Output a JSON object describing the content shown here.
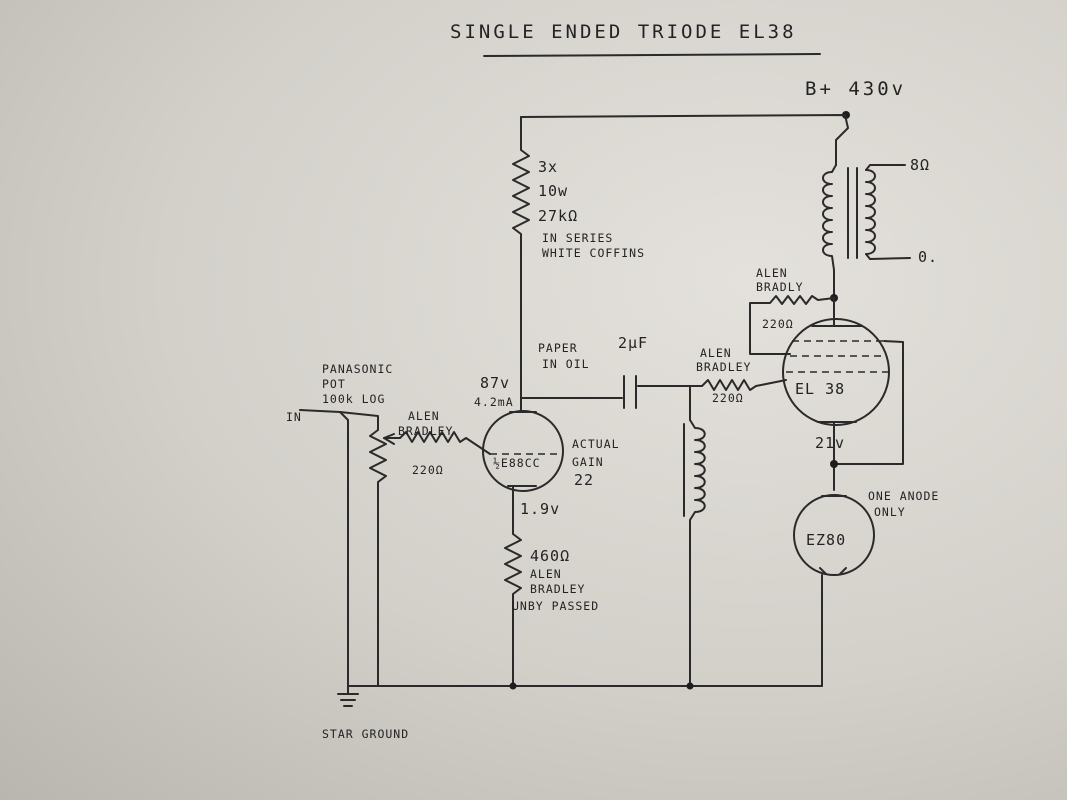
{
  "title": "SINGLE ENDED TRIODE EL38",
  "supply": {
    "label": "B+ 430v"
  },
  "output": {
    "tap_high": "8Ω",
    "tap_low": "0."
  },
  "anode_resistor": {
    "line1": "3x",
    "line2": "10w",
    "line3": "27kΩ",
    "line4": "IN SERIES",
    "line5": "WHITE COFFINS"
  },
  "screen_resistor": {
    "brand1": "ALEN",
    "brand2": "BRADLY",
    "value": "220Ω"
  },
  "coupling_cap": {
    "value": "2μF",
    "type1": "PAPER",
    "type2": "IN OIL"
  },
  "el38_grid_stopper": {
    "brand1": "ALEN",
    "brand2": "BRADLEY",
    "value": "220Ω"
  },
  "driver_stage": {
    "anode_voltage": "87v",
    "anode_current": "4.2mA",
    "tube": "½E88CC",
    "gain1": "ACTUAL",
    "gain2": "GAIN",
    "gain3": "22",
    "cathode_voltage": "1.9v"
  },
  "driver_grid_stopper": {
    "brand1": "ALEN",
    "brand2": "BRADLEY",
    "value": "220Ω"
  },
  "cathode_resistor": {
    "value": "460Ω",
    "brand1": "ALEN",
    "brand2": "BRADLEY",
    "note": "UNBY PASSED"
  },
  "input": {
    "in_label": "IN",
    "pot1": "PANASONIC",
    "pot2": "POT",
    "pot3": "100k LOG"
  },
  "output_tube": {
    "name": "EL 38",
    "cathode_voltage": "21v"
  },
  "rectifier": {
    "name": "EZ80",
    "note1": "ONE ANODE",
    "note2": "ONLY"
  },
  "ground": {
    "label": "STAR GROUND"
  }
}
